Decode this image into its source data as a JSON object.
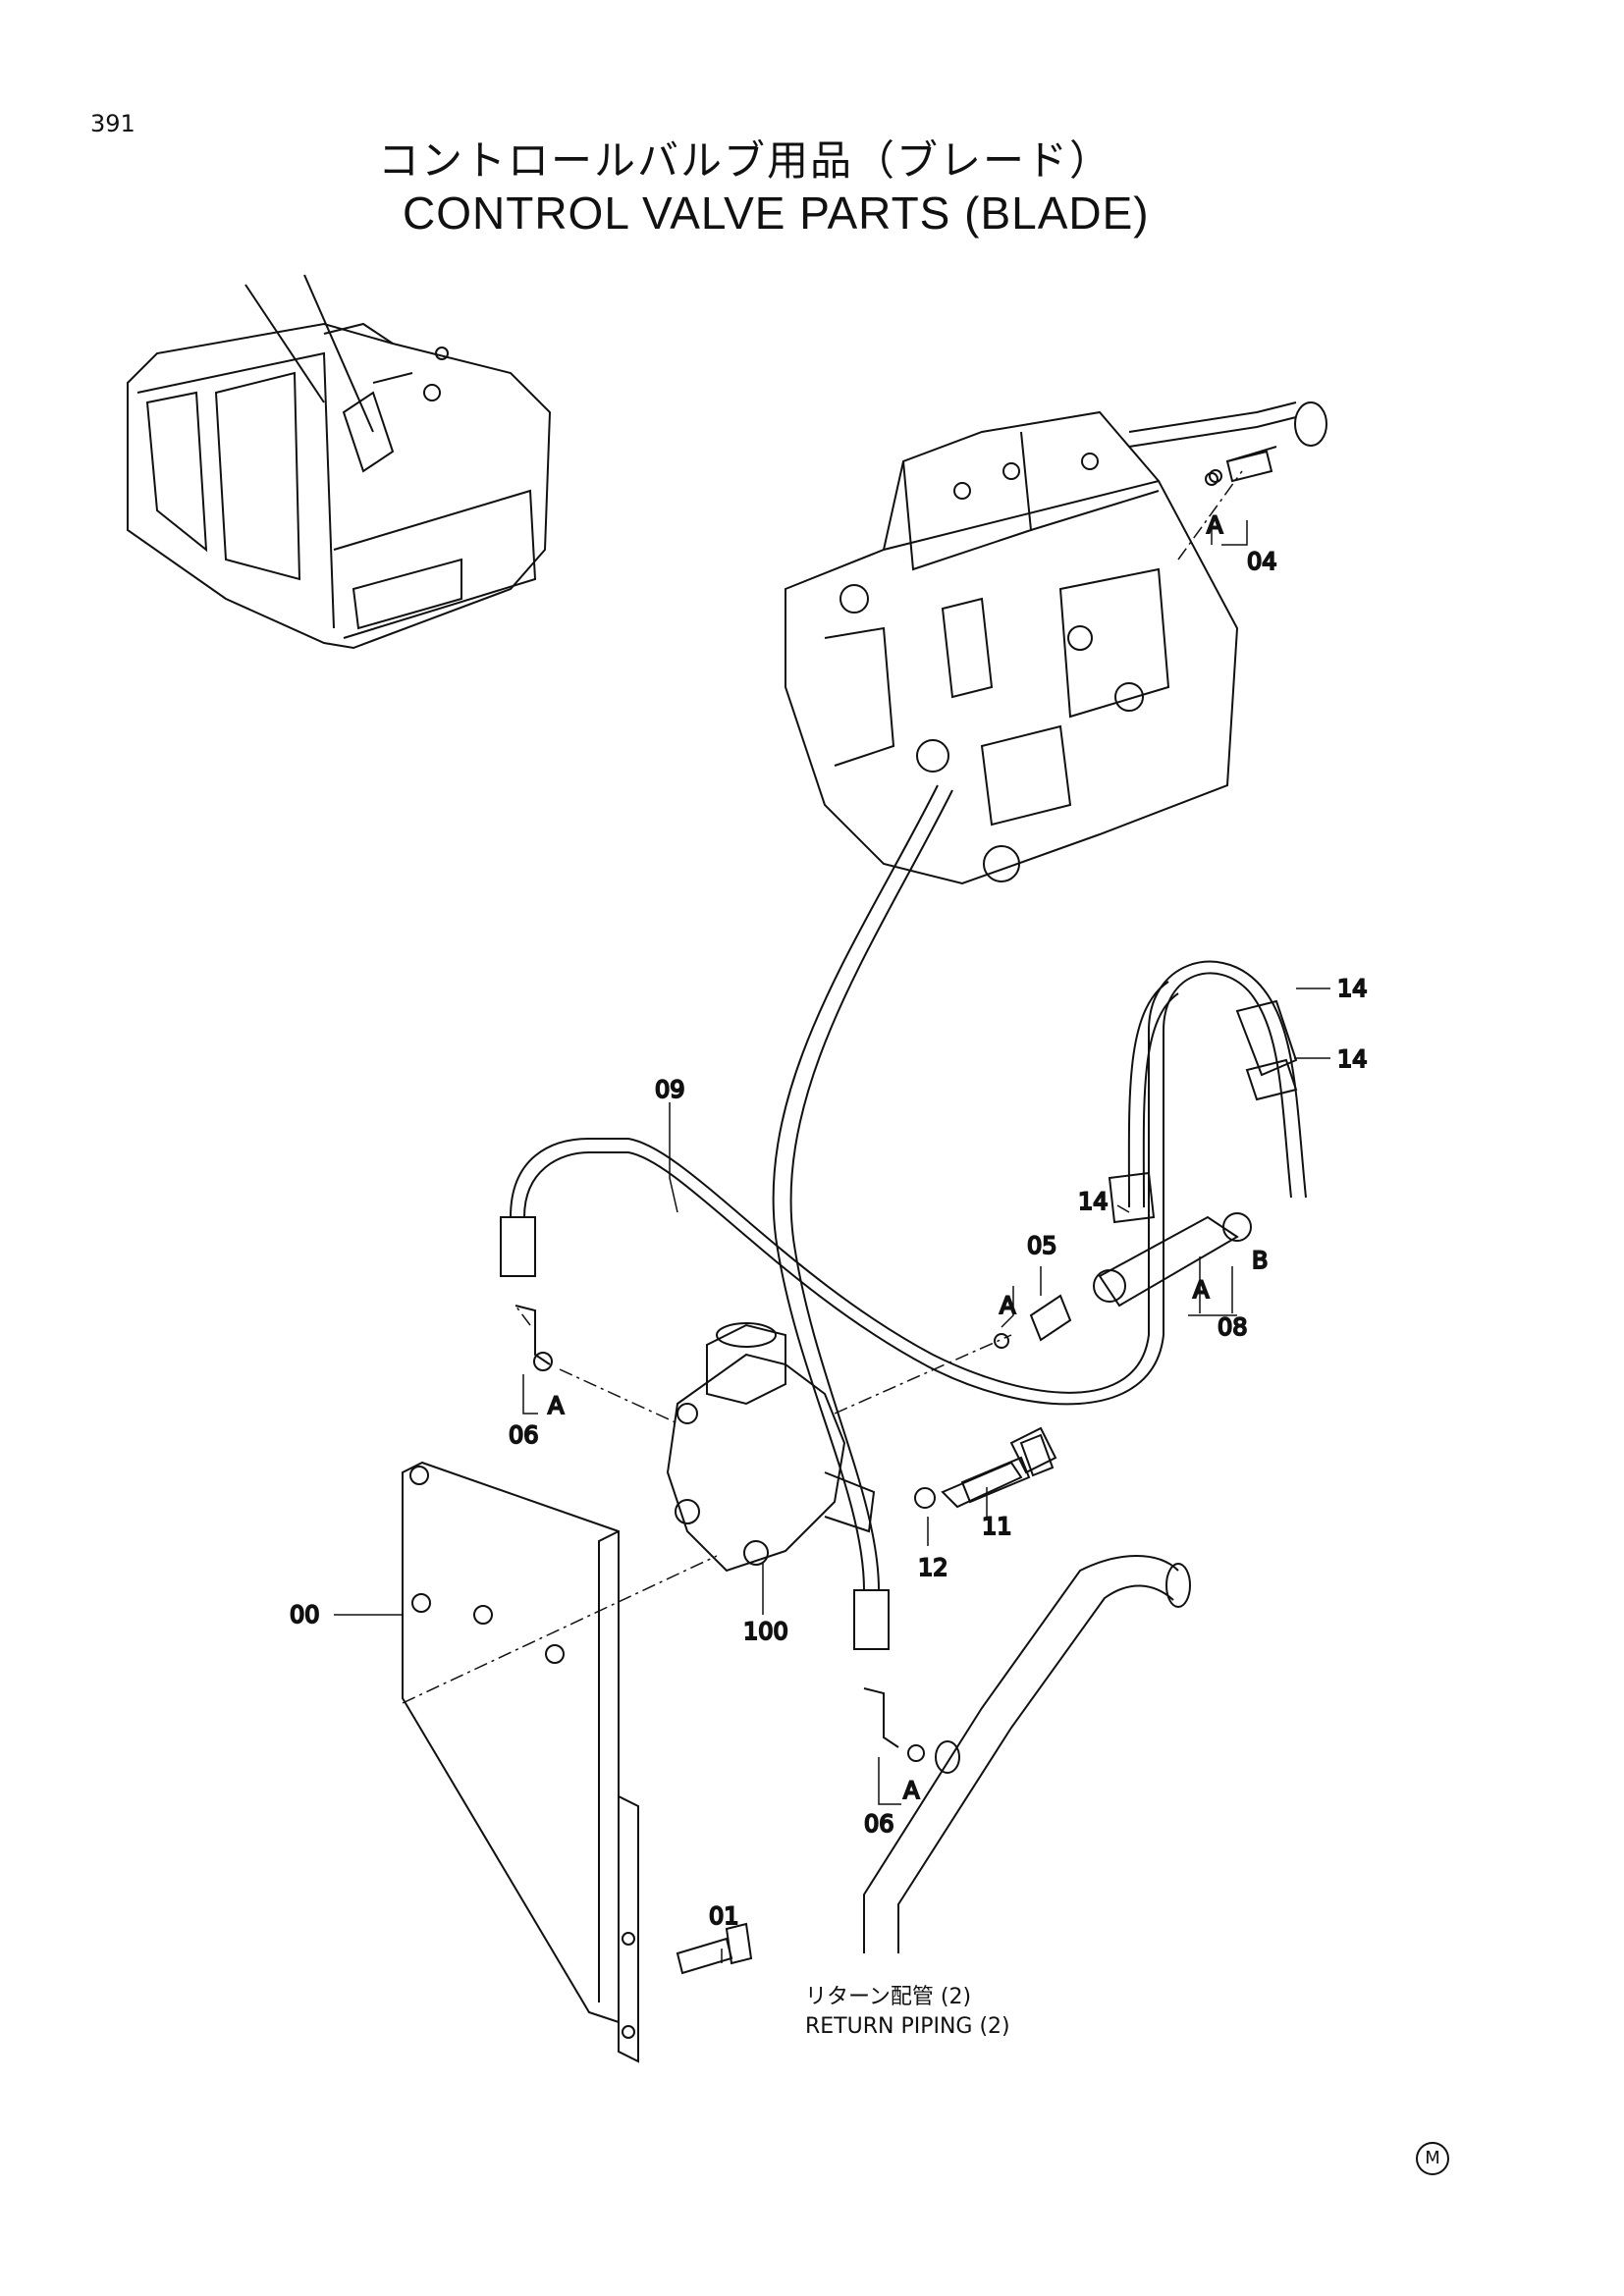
{
  "page": {
    "number": "391"
  },
  "title": {
    "japanese": "コントロールバルブ用品（ブレード）",
    "english": "CONTROL VALVE PARTS (BLADE)"
  },
  "callouts": {
    "p00": "00",
    "p01": "01",
    "p04": "04",
    "p05": "05",
    "p06a": "06",
    "p06b": "06",
    "p08": "08",
    "p09": "09",
    "p11": "11",
    "p12": "12",
    "p14a": "14",
    "p14b": "14",
    "p14c": "14",
    "p100": "100",
    "A1": "A",
    "A2": "A",
    "A3": "A",
    "A4": "A",
    "A5": "A",
    "B1": "B"
  },
  "return_piping": {
    "japanese": "リターン配管 (2)",
    "english": "RETURN PIPING (2)"
  },
  "mark": "M"
}
